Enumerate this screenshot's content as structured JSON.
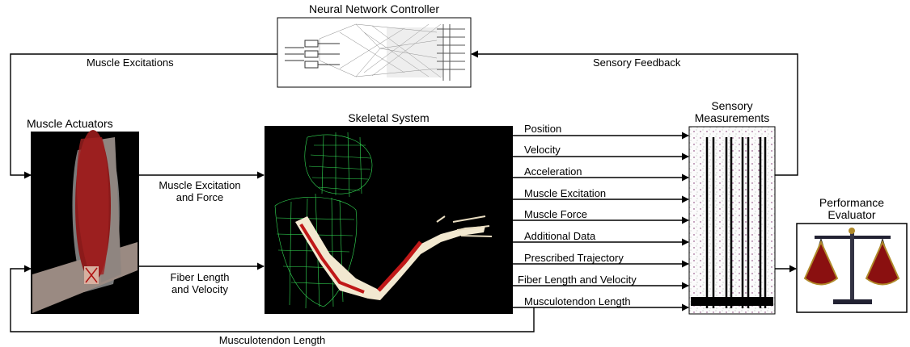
{
  "titles": {
    "neural_network": "Neural Network Controller",
    "muscle_actuators": "Muscle Actuators",
    "skeletal_system": "Skeletal System",
    "sensory_measurements": "Sensory\nMeasurements",
    "performance_evaluator": "Performance\nEvaluator"
  },
  "arrows": {
    "muscle_excitations": "Muscle Excitations",
    "sensory_feedback": "Sensory Feedback",
    "muscle_excitation_force": "Muscle Excitation\nand Force",
    "fiber_length_velocity": "Fiber Length\nand Velocity",
    "musculotendon_length_bottom": "Musculotendon Length"
  },
  "signals": [
    "Position",
    "Velocity",
    "Acceleration",
    "Muscle Excitation",
    "Muscle Force",
    "Additional Data",
    "Prescribed Trajectory",
    "Fiber Length and Velocity",
    "Musculotendon Length"
  ],
  "colors": {
    "muscle_red": "#8b1a1a",
    "skeleton_green": "#33dd55",
    "bone_cream": "#f2e8d0",
    "scale_red": "#8a1010",
    "scale_gold": "#b08a2a",
    "panel_black": "#000000"
  }
}
